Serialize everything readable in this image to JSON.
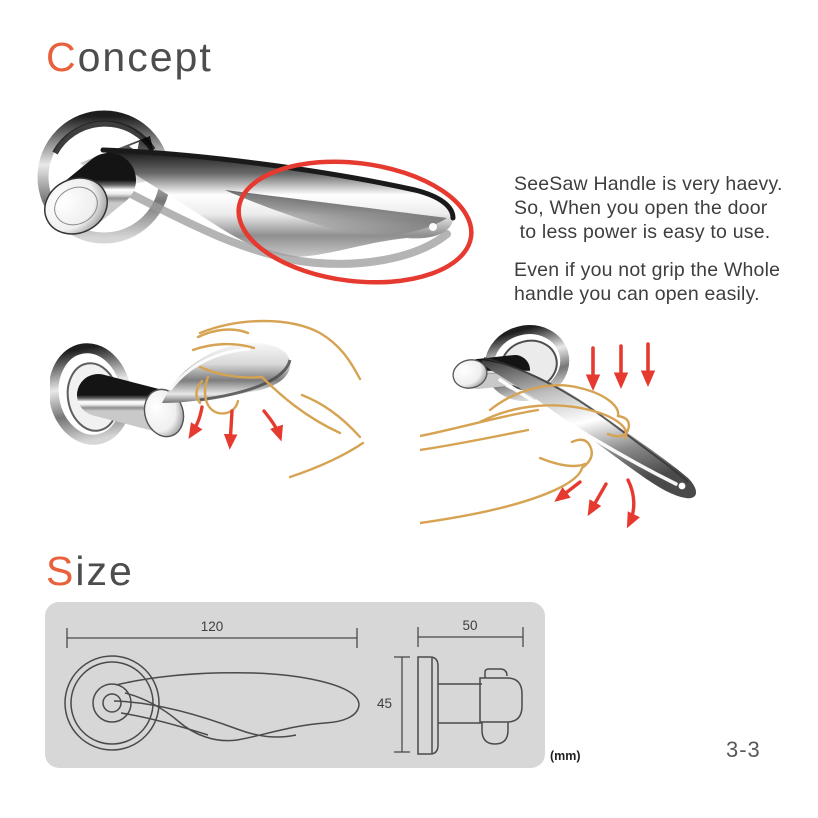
{
  "colors": {
    "accent_orange": "#E8613C",
    "heading_gray": "#4D4D4D",
    "body_text_gray": "#3E3E3E",
    "highlight_red": "#E63A30",
    "hand_sketch_tan": "#D6A352",
    "panel_gray": "#D7D7D7",
    "drawing_line_gray": "#4A4A4A"
  },
  "concept_section": {
    "heading": {
      "initial": "C",
      "rest": "oncept"
    },
    "description": {
      "para1": {
        "line1": "SeeSaw Handle is very haevy.",
        "line2": "So, When you open the door",
        "line3": " to less power is easy to use."
      },
      "para2": {
        "line1": "Even if you not grip the Whole",
        "line2": "handle you can open easily."
      }
    }
  },
  "size_section": {
    "heading": {
      "initial": "S",
      "rest": "ize"
    },
    "dimensions": {
      "length_mm": "120",
      "depth_mm": "50",
      "height_mm": "45"
    },
    "unit_label": "(mm)"
  },
  "footer": {
    "page_number": "3-3"
  }
}
